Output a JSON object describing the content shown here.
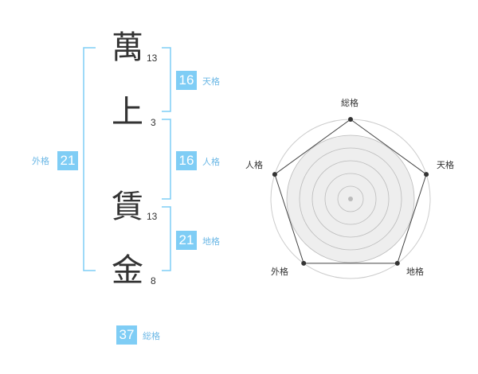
{
  "name": {
    "characters": [
      {
        "char": "萬",
        "strokes": "13"
      },
      {
        "char": "上",
        "strokes": "3"
      },
      {
        "char": "賃",
        "strokes": "13"
      },
      {
        "char": "金",
        "strokes": "8"
      }
    ]
  },
  "fortune": {
    "tenkaku": {
      "value": "16",
      "label": "天格"
    },
    "jinkaku": {
      "value": "16",
      "label": "人格"
    },
    "chikaku": {
      "value": "21",
      "label": "地格"
    },
    "gaikaku": {
      "value": "21",
      "label": "外格"
    },
    "soukaku": {
      "value": "37",
      "label": "総格"
    }
  },
  "radar": {
    "axes": [
      "総格",
      "天格",
      "地格",
      "外格",
      "人格"
    ],
    "values": [
      5,
      5,
      5,
      5,
      5
    ],
    "max": 5,
    "rings": 5,
    "colors": {
      "outline": "#cccccc",
      "inner_fill": "#eeeeee",
      "ring_stroke": "#bbbbbb",
      "polygon": "#444444",
      "point": "#333333",
      "center": "#bbbbbb"
    }
  },
  "colors": {
    "bracket": "#7fcdf5",
    "badge": "#7fcdf5",
    "badge_label": "#6cb8e6",
    "text": "#333333"
  }
}
